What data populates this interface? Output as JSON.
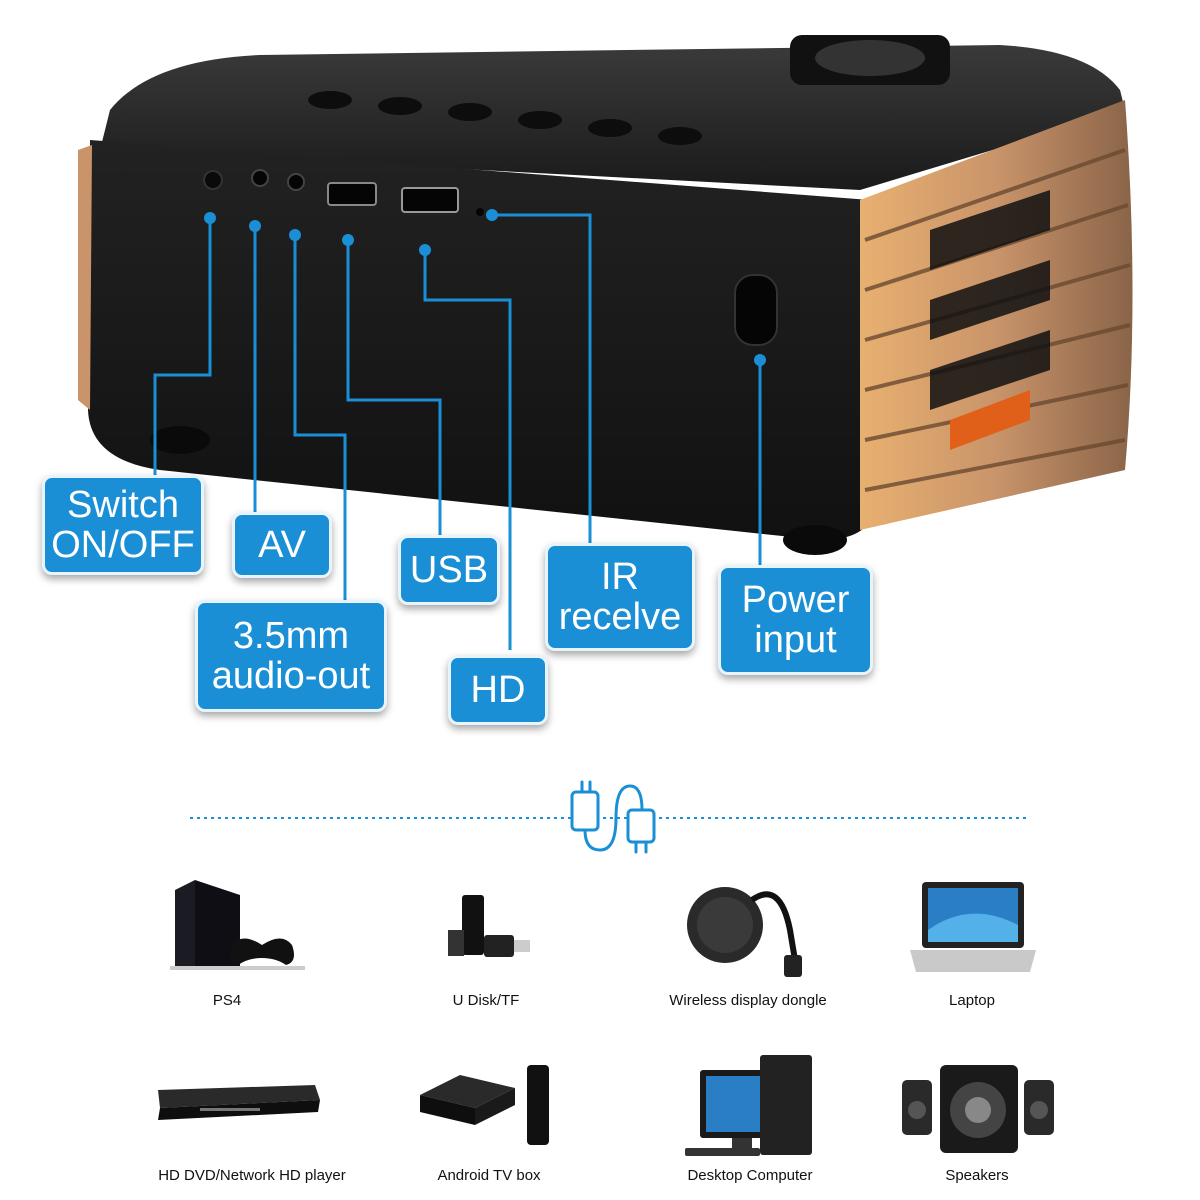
{
  "labels": {
    "switch": "Switch\nON/OFF",
    "av": "AV",
    "audio": "3.5mm\naudio-out",
    "usb": "USB",
    "hd": "HD",
    "ir": "IR\nrecelve",
    "power": "Power\ninput"
  },
  "devices": [
    {
      "name": "PS4",
      "icon": "ps4-console-icon"
    },
    {
      "name": "U Disk/TF",
      "icon": "usb-drive-icon"
    },
    {
      "name": "Wireless display dongle",
      "icon": "wireless-dongle-icon"
    },
    {
      "name": "Laptop",
      "icon": "laptop-icon"
    },
    {
      "name": "HD DVD/Network HD player",
      "icon": "dvd-player-icon"
    },
    {
      "name": "Android TV box",
      "icon": "tv-box-icon"
    },
    {
      "name": "Desktop Computer",
      "icon": "desktop-computer-icon"
    },
    {
      "name": "Speakers",
      "icon": "speakers-icon"
    }
  ],
  "colors": {
    "accent": "#1a8fd6",
    "body": "#1c1c1c",
    "gold": "#c9a07a"
  }
}
